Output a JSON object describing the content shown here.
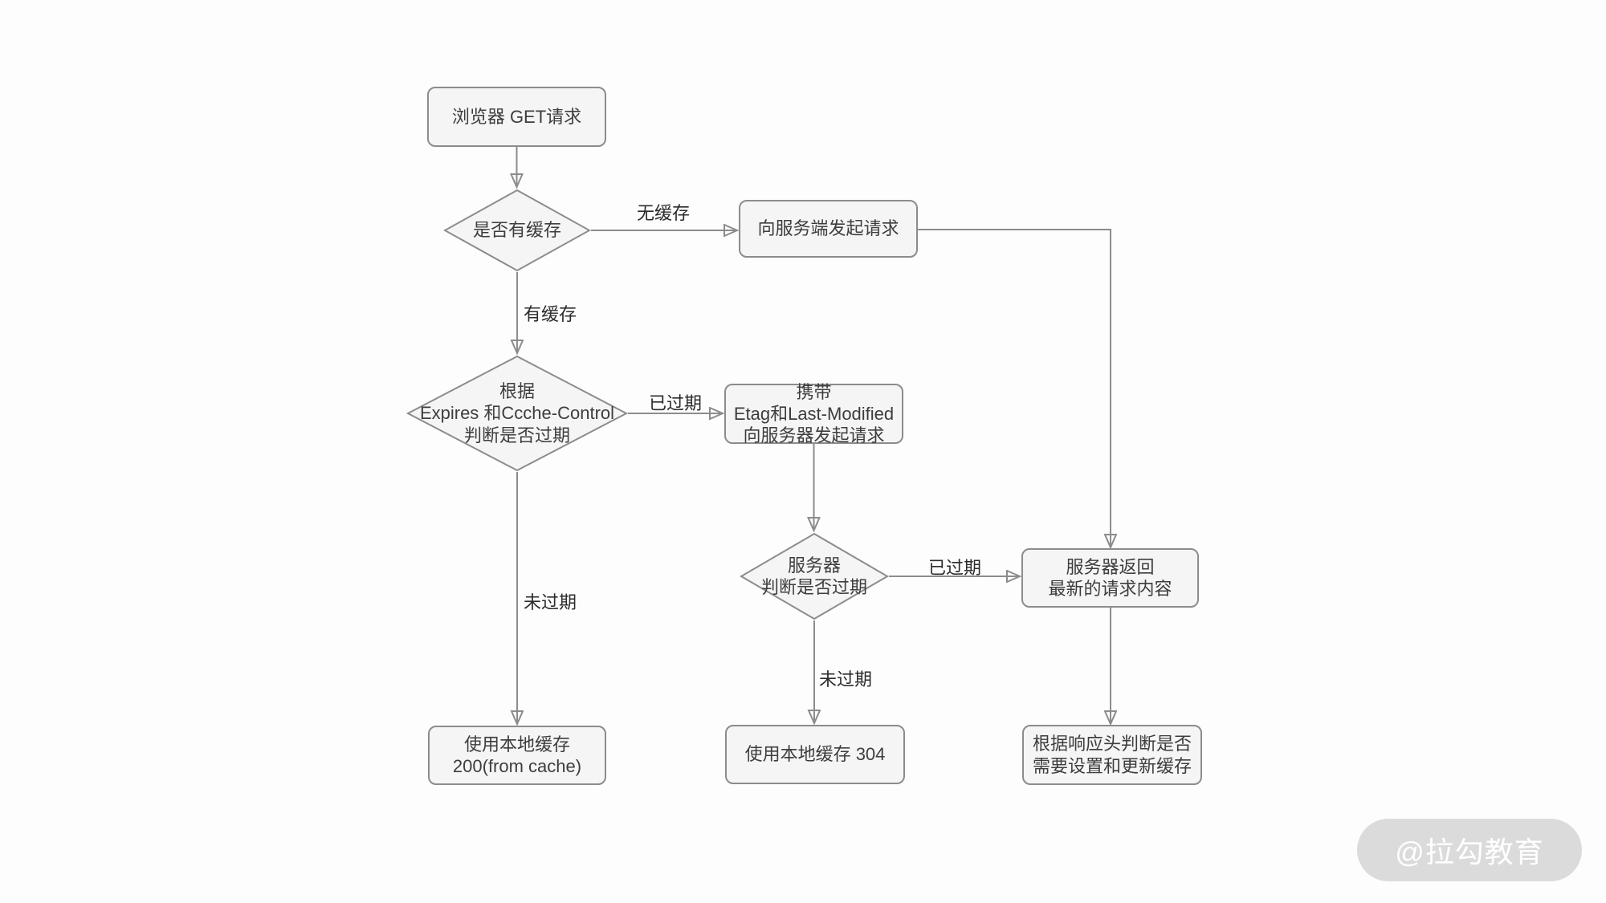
{
  "colors": {
    "page_bg": "#fdfdfd",
    "node_fill": "#f5f5f5",
    "node_border": "#8c8c8c",
    "connector": "#8c8c8c",
    "node_text": "#3d3d3d",
    "edge_label_text": "#2b2b2b",
    "watermark_bg": "#dbdbdb",
    "watermark_text": "#ffffff"
  },
  "flowchart": {
    "nodes": {
      "start": {
        "type": "process",
        "label": "浏览器 GET请求"
      },
      "has_cache_decision": {
        "type": "decision",
        "label": "是否有缓存"
      },
      "request_server": {
        "type": "process",
        "label": "向服务端发起请求"
      },
      "expires_decision": {
        "type": "decision",
        "label": "根据\nExpires 和Ccche-Control\n判断是否过期"
      },
      "etag_request": {
        "type": "process",
        "label": "携带\nEtag和Last-Modified\n向服务器发起请求"
      },
      "server_decision": {
        "type": "decision",
        "label": "服务器\n判断是否过期"
      },
      "server_return": {
        "type": "process",
        "label": "服务器返回\n最新的请求内容"
      },
      "local_cache_200": {
        "type": "process",
        "label": "使用本地缓存\n200(from cache)"
      },
      "local_cache_304": {
        "type": "process",
        "label": "使用本地缓存 304"
      },
      "update_cache": {
        "type": "process",
        "label": "根据响应头判断是否\n需要设置和更新缓存"
      }
    },
    "edges": [
      {
        "from": "start",
        "to": "has_cache_decision",
        "label": ""
      },
      {
        "from": "has_cache_decision",
        "to": "request_server",
        "label": "无缓存"
      },
      {
        "from": "has_cache_decision",
        "to": "expires_decision",
        "label": "有缓存"
      },
      {
        "from": "expires_decision",
        "to": "etag_request",
        "label": "已过期"
      },
      {
        "from": "expires_decision",
        "to": "local_cache_200",
        "label": "未过期"
      },
      {
        "from": "etag_request",
        "to": "server_decision",
        "label": ""
      },
      {
        "from": "server_decision",
        "to": "server_return",
        "label": "已过期"
      },
      {
        "from": "server_decision",
        "to": "local_cache_304",
        "label": "未过期"
      },
      {
        "from": "request_server",
        "to": "server_return",
        "label": ""
      },
      {
        "from": "server_return",
        "to": "update_cache",
        "label": ""
      }
    ]
  },
  "watermark": {
    "text": "@拉勾教育"
  }
}
